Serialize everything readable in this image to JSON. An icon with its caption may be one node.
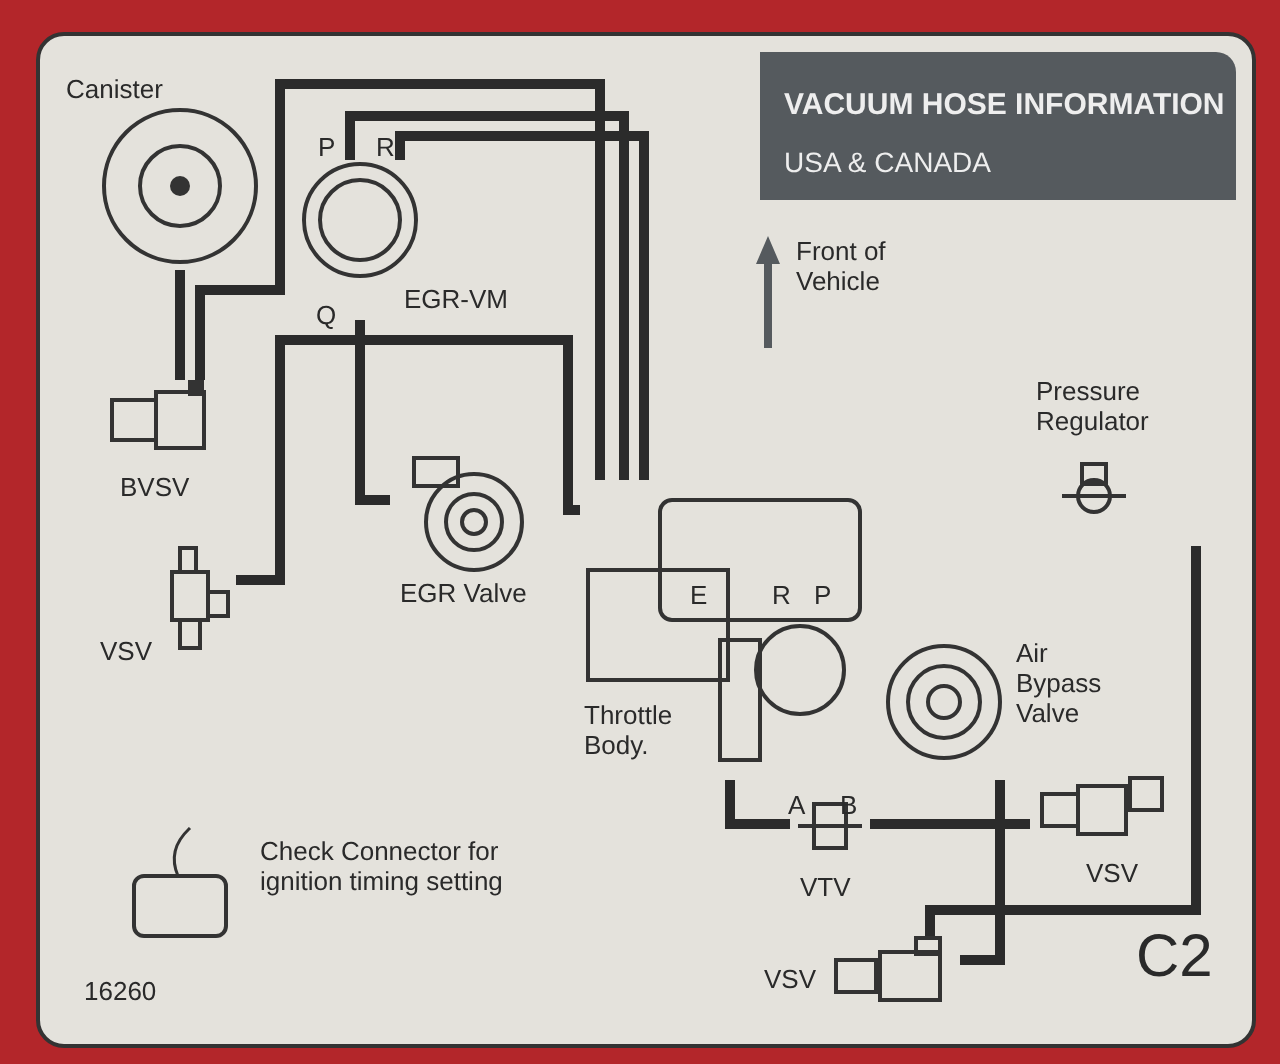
{
  "diagram": {
    "title": "VACUUM HOSE INFORMATION",
    "nodes": [
      {
        "text": [
          "Canister"
        ]
      },
      {
        "text": [
          "BVSV"
        ]
      },
      {
        "text": [
          "EGR-VM"
        ]
      },
      {
        "text": [
          "EGR Valve"
        ]
      },
      {
        "text": [
          "VSV"
        ]
      },
      {
        "text": [
          "Throttle Body."
        ]
      },
      {
        "text": [
          "Pressure Regulator"
        ]
      },
      {
        "text": [
          "Air Bypass Valve"
        ]
      },
      {
        "text": [
          "VTV"
        ]
      },
      {
        "text": [
          "VSV"
        ]
      },
      {
        "text": [
          "VSV"
        ]
      },
      {
        "text": [
          "Check Connector for ignition timing setting"
        ]
      }
    ],
    "edges": [
      {
        "from": 0,
        "to": 1,
        "arrow": "none"
      },
      {
        "from": 1,
        "to": 5,
        "arrow": "none"
      },
      {
        "from": 2,
        "to": 5,
        "arrow": "none"
      },
      {
        "from": 2,
        "to": 5,
        "arrow": "none"
      },
      {
        "from": 2,
        "to": 3,
        "arrow": "none"
      },
      {
        "from": 4,
        "to": 5,
        "arrow": "none"
      },
      {
        "from": 8,
        "to": 5,
        "arrow": "none"
      },
      {
        "from": 8,
        "to": 9,
        "arrow": "none"
      },
      {
        "from": 6,
        "to": 10,
        "arrow": "none"
      },
      {
        "from": 7,
        "to": 10,
        "arrow": "none"
      }
    ],
    "labels": [
      "USA & CANADA",
      "Front of Vehicle",
      "P",
      "R",
      "Q",
      "E",
      "R",
      "P",
      "A",
      "B",
      "16260",
      "C2"
    ]
  }
}
